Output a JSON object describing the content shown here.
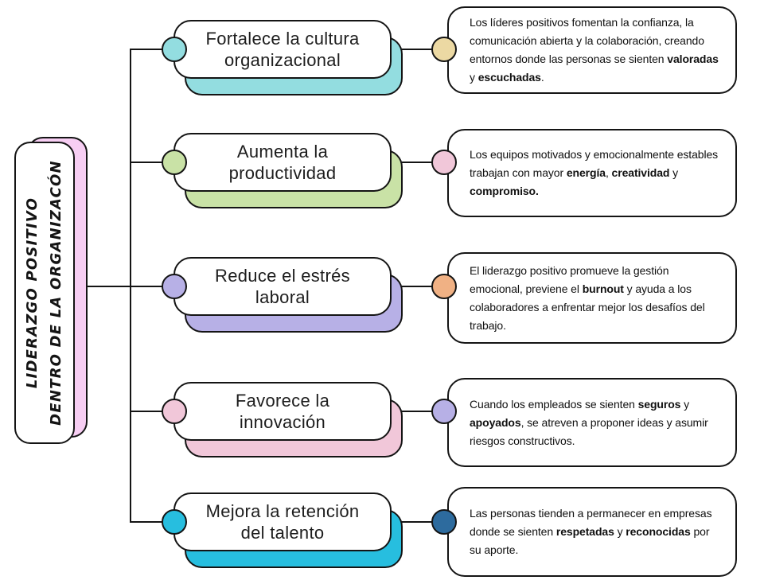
{
  "root": {
    "line1": "LIDERAZGO POSITIVO",
    "line2": "DENTRO DE LA ORGANIZACÓN",
    "shadow_color": "#f7cef3"
  },
  "colors": {
    "line": "#141414",
    "border": "#141414",
    "background": "#ffffff"
  },
  "branches": [
    {
      "title": "Fortalece la cultura organizacional",
      "accent": "#93dde0",
      "dot": "#ecd9a3",
      "desc": [
        {
          "t": "Los líderes positivos fomentan la confianza, la comunicación abierta y la colaboración, creando entornos donde las personas se sienten ",
          "b": false
        },
        {
          "t": "valoradas",
          "b": true
        },
        {
          "t": " y ",
          "b": false
        },
        {
          "t": "escuchadas",
          "b": true
        },
        {
          "t": ".",
          "b": false
        }
      ]
    },
    {
      "title": "Aumenta la productividad",
      "accent": "#c9e2a6",
      "dot": "#f1c7d9",
      "desc": [
        {
          "t": "Los equipos motivados y emocionalmente estables trabajan con mayor ",
          "b": false
        },
        {
          "t": "energía",
          "b": true
        },
        {
          "t": ", ",
          "b": false
        },
        {
          "t": "creatividad",
          "b": true
        },
        {
          "t": " y ",
          "b": false
        },
        {
          "t": "compromiso.",
          "b": true
        }
      ]
    },
    {
      "title": "Reduce el estrés laboral",
      "accent": "#b7b0e6",
      "dot": "#f0b184",
      "desc": [
        {
          "t": "El liderazgo positivo promueve la gestión emocional, previene el ",
          "b": false
        },
        {
          "t": "burnout",
          "b": true
        },
        {
          "t": " y ayuda a los colaboradores a enfrentar mejor los desafíos del trabajo.",
          "b": false
        }
      ]
    },
    {
      "title": "Favorece la innovación",
      "accent": "#f1c7d9",
      "dot": "#b7b0e6",
      "desc": [
        {
          "t": "Cuando los empleados se sienten ",
          "b": false
        },
        {
          "t": "seguros",
          "b": true
        },
        {
          "t": " y ",
          "b": false
        },
        {
          "t": "apoyados",
          "b": true
        },
        {
          "t": ", se atreven a proponer ideas y asumir riesgos constructivos.",
          "b": false
        }
      ]
    },
    {
      "title": "Mejora la retención del talento",
      "accent": "#27bedf",
      "dot": "#2d6b9e",
      "desc": [
        {
          "t": "Las personas tienden a permanecer en empresas donde se sienten ",
          "b": false
        },
        {
          "t": "respetadas",
          "b": true
        },
        {
          "t": " y ",
          "b": false
        },
        {
          "t": "reconocidas",
          "b": true
        },
        {
          "t": " por su aporte.",
          "b": false
        }
      ]
    }
  ]
}
